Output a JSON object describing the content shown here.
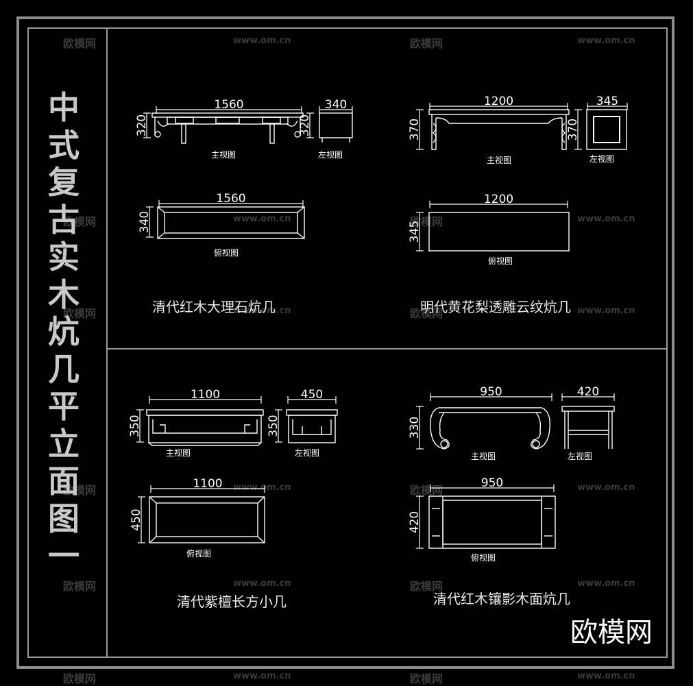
{
  "title": "中式复古实木炕几平立面图一",
  "watermark": {
    "brand": "欧模网",
    "url": "www.om.cn"
  },
  "brand_logo": "欧模网",
  "colors": {
    "background": "#000000",
    "line": "#ffffff",
    "frame": "#8c8c8c",
    "watermark": "#3a3a3a"
  },
  "panels": [
    {
      "caption": "清代红木大理石炕几",
      "front": {
        "label": "主视图",
        "width": "1560",
        "height": "320"
      },
      "side": {
        "label": "左视图",
        "width": "340",
        "height": "320"
      },
      "top": {
        "label": "俯视图",
        "width": "1560",
        "depth": "340"
      }
    },
    {
      "caption": "明代黄花梨透雕云纹炕几",
      "front": {
        "label": "主视图",
        "width": "1200",
        "height": "370"
      },
      "side": {
        "label": "左视图",
        "width": "345",
        "height": "370"
      },
      "top": {
        "label": "俯视图",
        "width": "1200",
        "depth": "345"
      }
    },
    {
      "caption": "清代紫檀长方小几",
      "front": {
        "label": "主视图",
        "width": "1100",
        "height": "350"
      },
      "side": {
        "label": "左视图",
        "width": "450",
        "height": "350"
      },
      "top": {
        "label": "俯视图",
        "width": "1100",
        "depth": "450"
      }
    },
    {
      "caption": "清代红木镶影木面炕几",
      "front": {
        "label": "主视图",
        "width": "950",
        "height": "330"
      },
      "side": {
        "label": "左视图",
        "width": "420",
        "height": "330"
      },
      "top": {
        "label": "俯视图",
        "width": "950",
        "depth": "420"
      }
    }
  ]
}
